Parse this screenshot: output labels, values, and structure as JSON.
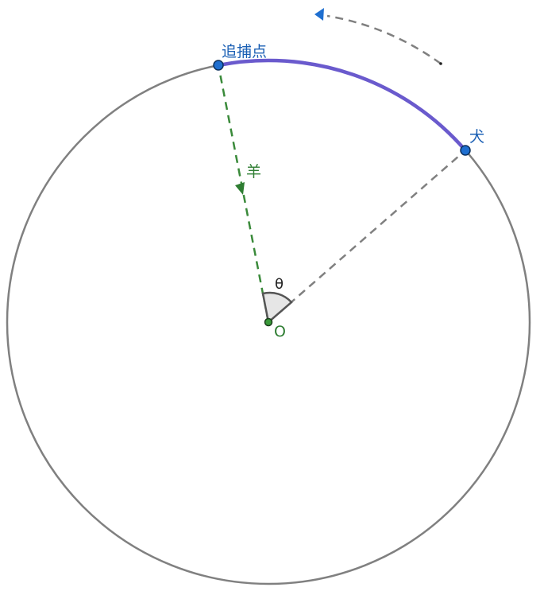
{
  "labels": {
    "capture_point": "追捕点",
    "dog": "犬",
    "sheep": "羊",
    "angle": "θ",
    "center": "O"
  },
  "colors": {
    "circle": "#808080",
    "arc_highlight": "#6a5acd",
    "sheep_path": "#3a8a3a",
    "radius_line": "#808080",
    "point_fill": "#1f6fd0",
    "point_stroke": "#0b2f5c",
    "center_fill": "#3a9a3a",
    "label_blue": "#1a5fb4",
    "label_green": "#2e7d32",
    "motion_arrow": "#808080",
    "arrow_head_blue": "#1f6fd0",
    "sheep_arrow": "#2e7d32",
    "angle_fill": "#e6e6e6",
    "angle_stroke": "#555555"
  }
}
